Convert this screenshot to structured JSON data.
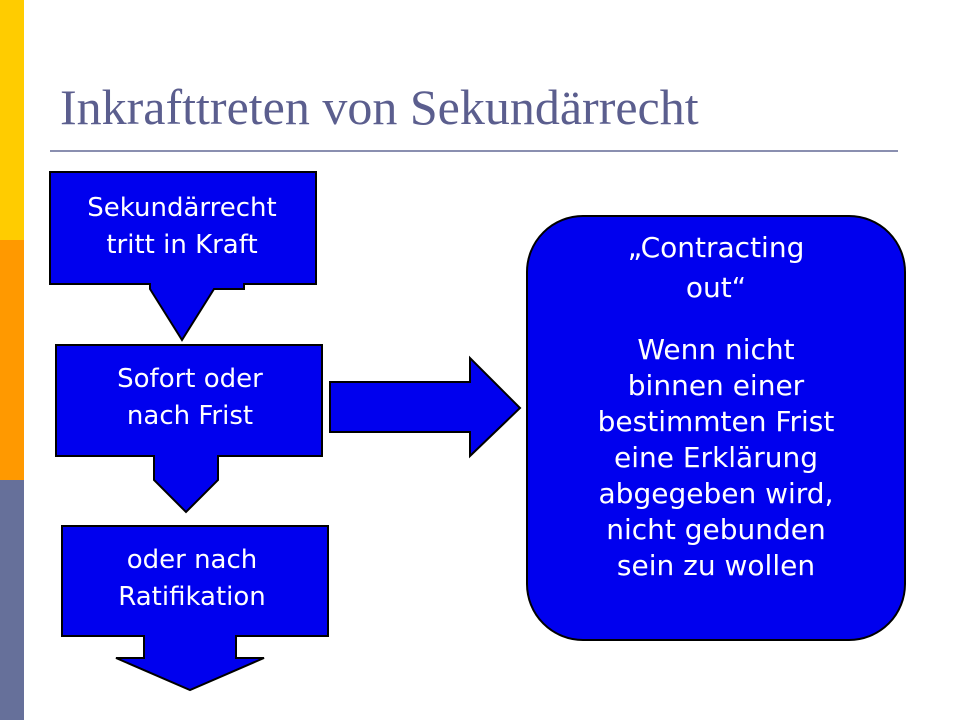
{
  "slide": {
    "title": "Inkrafttreten von Sekundärrecht"
  },
  "diagram": {
    "box1": {
      "line1": "Sekundärrecht",
      "line2": "tritt in Kraft"
    },
    "box2": {
      "line1": "Sofort oder",
      "line2": "nach Frist"
    },
    "box3": {
      "line1": "oder nach",
      "line2": "Ratifikation"
    },
    "contracting_out": {
      "title_line1": "„Contracting",
      "title_line2": "out“",
      "body": [
        "Wenn nicht",
        "binnen einer",
        "bestimmten Frist",
        "eine Erklärung",
        "abgegeben wird,",
        "nicht gebunden",
        "sein zu wollen"
      ]
    }
  },
  "colors": {
    "shape_fill": "#0000EE",
    "shape_stroke": "#000000",
    "title_color": "#5B5E8E",
    "stripe_top": "#FFCC00",
    "stripe_middle": "#FF9900",
    "stripe_bottom": "#66709A"
  }
}
